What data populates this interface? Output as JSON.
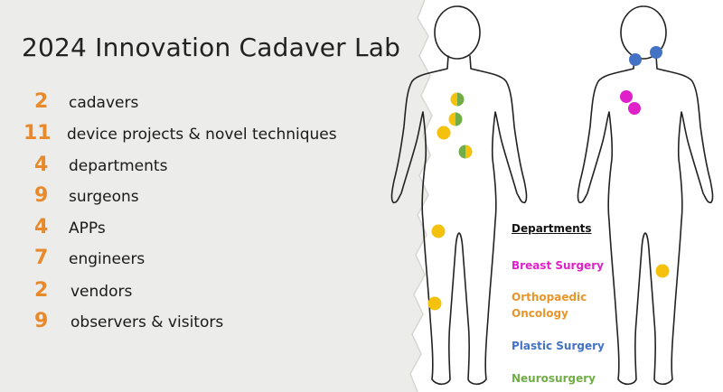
{
  "title": "2024 Innovation Cadaver Lab",
  "stats": [
    {
      "number": "2",
      "label": "cadavers"
    },
    {
      "number": "11",
      "label": "device projects & novel techniques"
    },
    {
      "number": "4",
      "label": "departments"
    },
    {
      "number": "9",
      "label": "surgeons"
    },
    {
      "number": "4",
      "label": "APPs"
    },
    {
      "number": "7",
      "label": "engineers"
    },
    {
      "number": "2",
      "label": "vendors"
    },
    {
      "number": "9",
      "label": "observers & visitors"
    }
  ],
  "legend": {
    "title": "Departments",
    "items": [
      {
        "line1": "Breast Surgery",
        "line2": "",
        "color": "#e020c8"
      },
      {
        "line1": "Orthopaedic",
        "line2": "Oncology",
        "color": "#e8952a"
      },
      {
        "line1": "Plastic Surgery",
        "line2": "",
        "color": "#4472c4"
      },
      {
        "line1": "Neurosurgery",
        "line2": "",
        "color": "#70ad47"
      }
    ]
  },
  "colors": {
    "accent_number": "#e8892b",
    "ortho_dot": "#f4c20d",
    "neuro_dot": "#70ad47",
    "plastic_dot": "#4472c4",
    "breast_dot": "#e020c8"
  }
}
